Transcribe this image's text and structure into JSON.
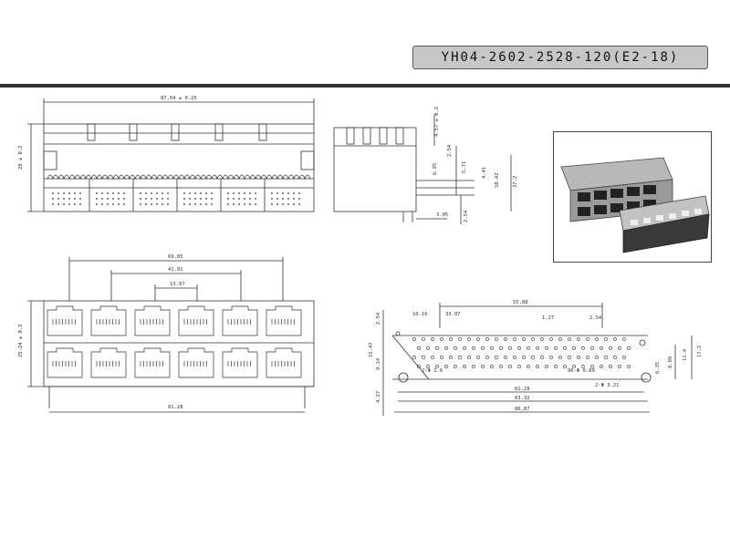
{
  "title": "YH04-2602-2528-120(E2-18)",
  "views": {
    "front_top": {
      "width": "87.04 ± 0.25",
      "height": "28 ± 0.2"
    },
    "side": {
      "d1": "4.57 ± 0.2",
      "d2": "2.54",
      "d3": "6.95",
      "d4": "5.71",
      "d5": "4.41",
      "d6": "10.42",
      "d7": "37.2",
      "d8": "3.05",
      "d9": "2.54"
    },
    "front_bottom": {
      "d1": "69.85",
      "d2": "41.91",
      "d3": "13.97",
      "height": "25.24 ± 0.2",
      "width": "81.28"
    },
    "footprint": {
      "d1": "55.88",
      "d2": "10.16",
      "d3": "33.97",
      "d4": "1.27",
      "d5": "2.54",
      "d6": "2.54",
      "d7": "15.47",
      "d8": "9.14",
      "d9": "4.27",
      "d10": "17.2",
      "d11": "11.4",
      "d12": "8.89",
      "d13": "6.35",
      "hole1": "2-Φ 1.6",
      "hole2": "96-Φ 0.89",
      "hole3": "2-Φ 3.21",
      "w1": "81.28",
      "w2": "83.32",
      "w3": "86.87"
    }
  },
  "colors": {
    "line": "#333333",
    "panel": "#c7c7c7"
  }
}
